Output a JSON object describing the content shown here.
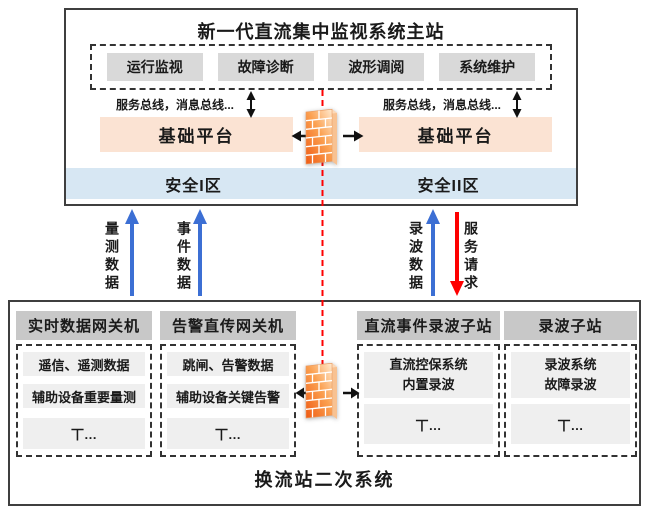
{
  "colors": {
    "accent_blue": "#3c6fd4",
    "accent_red": "#ff0000",
    "platform_bg": "#fbe3d3",
    "zone_bg": "#d7e7f3",
    "app_button_bg": "#d9d9d9",
    "column_header_bg": "#c8c8c8",
    "item_bg": "#efefef",
    "firewall_orange": "#ef5a13",
    "box_border": "#3f3f3f"
  },
  "icons": {
    "firewall": "firewall-brick-wall"
  },
  "master_station": {
    "title": "新一代直流集中监视系统主站",
    "apps": [
      "运行监视",
      "故障诊断",
      "波形调阅",
      "系统维护"
    ],
    "bus_left": "服务总线，消息总线...",
    "bus_right": "服务总线，消息总线...",
    "platform_left": "基础平台",
    "platform_right": "基础平台",
    "zones": [
      "安全I区",
      "安全II区"
    ]
  },
  "flows": [
    {
      "label": "量测数据",
      "direction": "up",
      "color": "blue"
    },
    {
      "label": "事件数据",
      "direction": "up",
      "color": "blue"
    },
    {
      "label": "录波数据",
      "direction": "up",
      "color": "blue"
    },
    {
      "label": "服务请求",
      "direction": "down",
      "color": "red"
    }
  ],
  "station_system": {
    "title": "换流站二次系统",
    "columns": [
      {
        "header": "实时数据网关机",
        "items": [
          "遥信、遥测数据",
          "辅助设备重要量测",
          "丅…"
        ]
      },
      {
        "header": "告警直传网关机",
        "items": [
          "跳闸、告警数据",
          "辅助设备关键告警",
          "丅…"
        ]
      },
      {
        "header": "直流事件录波子站",
        "items": [
          "直流控保系统\n内置录波",
          "丅…"
        ]
      },
      {
        "header": "录波子站",
        "items": [
          "录波系统\n故障录波",
          "丅…"
        ]
      }
    ]
  }
}
